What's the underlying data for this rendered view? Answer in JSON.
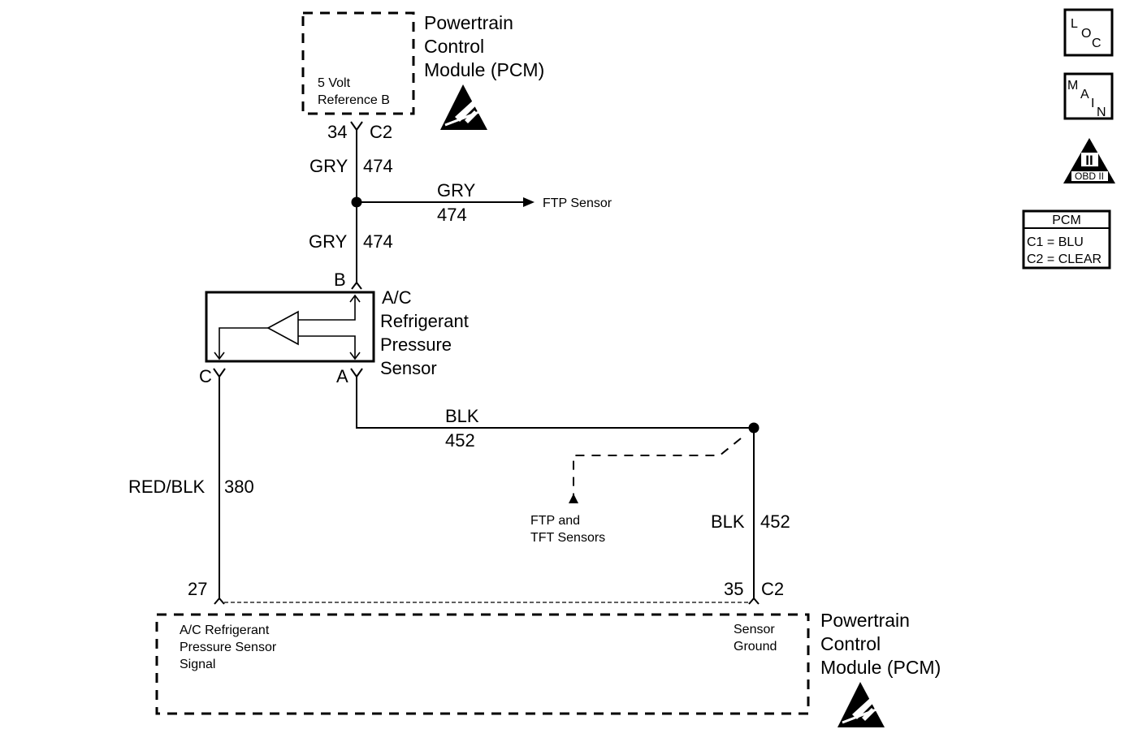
{
  "pcm_top": {
    "title_lines": [
      "Powertrain",
      "Control",
      "Module (PCM)"
    ],
    "pin_label_lines": [
      "5 Volt",
      "Reference B"
    ],
    "pin_number": "34",
    "connector": "C2"
  },
  "wire_gry_474_upper": {
    "color": "GRY",
    "circuit": "474"
  },
  "splice_branch": {
    "color": "GRY",
    "circuit": "474",
    "destination": "FTP Sensor"
  },
  "wire_gry_474_lower": {
    "color": "GRY",
    "circuit": "474"
  },
  "sensor": {
    "title_lines": [
      "A/C",
      "Refrigerant",
      "Pressure",
      "Sensor"
    ],
    "pin_b": "B",
    "pin_a": "A",
    "pin_c": "C"
  },
  "wire_blk_452_horizontal": {
    "color": "BLK",
    "circuit": "452"
  },
  "ground_branch": {
    "label_lines": [
      "FTP and",
      "TFT Sensors"
    ]
  },
  "wire_blk_452_vertical": {
    "color": "BLK",
    "circuit": "452"
  },
  "wire_red_blk_380": {
    "color": "RED/BLK",
    "circuit": "380"
  },
  "pcm_bottom": {
    "title_lines": [
      "Powertrain",
      "Control",
      "Module (PCM)"
    ],
    "signal_pin_number": "27",
    "signal_label_lines": [
      "A/C Refrigerant",
      "Pressure Sensor",
      "Signal"
    ],
    "ground_pin_number": "35",
    "ground_connector": "C2",
    "ground_label_lines": [
      "Sensor",
      "Ground"
    ]
  },
  "legend": {
    "loc_letters": [
      "L",
      "O",
      "C"
    ],
    "main_letters": [
      "M",
      "A",
      "I",
      "N"
    ],
    "obd_numeral": "II",
    "obd_label": "OBD II",
    "pcm_table": {
      "header": "PCM",
      "rows": [
        "C1 = BLU",
        "C2 = CLEAR"
      ]
    }
  }
}
